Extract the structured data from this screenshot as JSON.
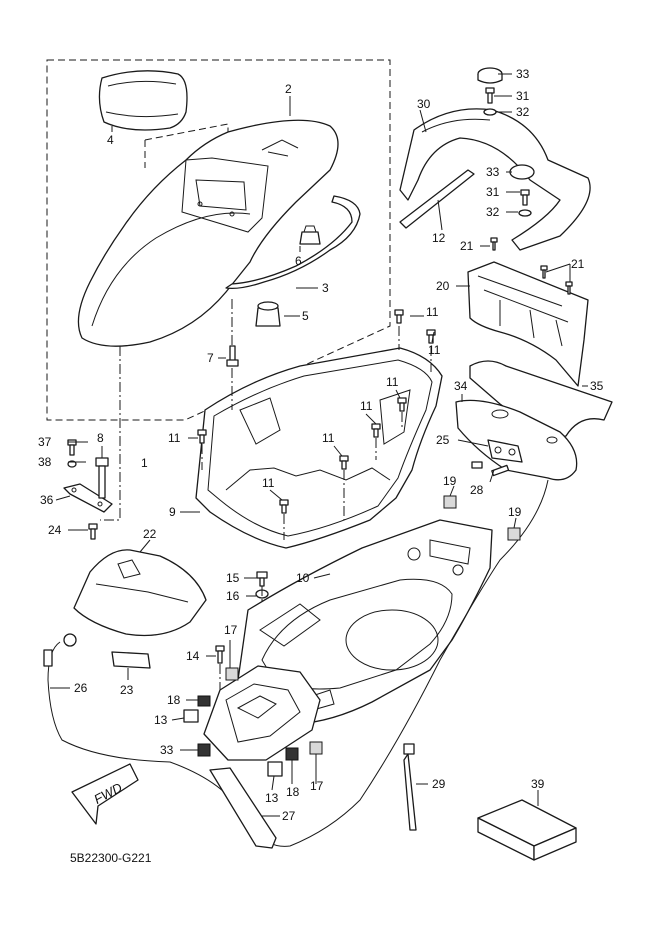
{
  "diagram_code": "5B22300-G221",
  "fwd_label": "FWD",
  "callouts": {
    "c1": "1",
    "c2": "2",
    "c3": "3",
    "c4": "4",
    "c5": "5",
    "c6": "6",
    "c7": "7",
    "c8": "8",
    "c9": "9",
    "c10": "10",
    "c11a": "11",
    "c11b": "11",
    "c11c": "11",
    "c11d": "11",
    "c11e": "11",
    "c11f": "11",
    "c11g": "11",
    "c12": "12",
    "c13a": "13",
    "c13b": "13",
    "c14": "14",
    "c15": "15",
    "c16": "16",
    "c17a": "17",
    "c17b": "17",
    "c18a": "18",
    "c18b": "18",
    "c19a": "19",
    "c19b": "19",
    "c20": "20",
    "c21a": "21",
    "c21b": "21",
    "c22": "22",
    "c23": "23",
    "c24": "24",
    "c25": "25",
    "c26": "26",
    "c27": "27",
    "c28": "28",
    "c29": "29",
    "c30": "30",
    "c31a": "31",
    "c31b": "31",
    "c32a": "32",
    "c32b": "32",
    "c33a": "33",
    "c33b": "33",
    "c33c": "33",
    "c34": "34",
    "c35": "35",
    "c36": "36",
    "c37": "37",
    "c38": "38",
    "c39": "39"
  }
}
